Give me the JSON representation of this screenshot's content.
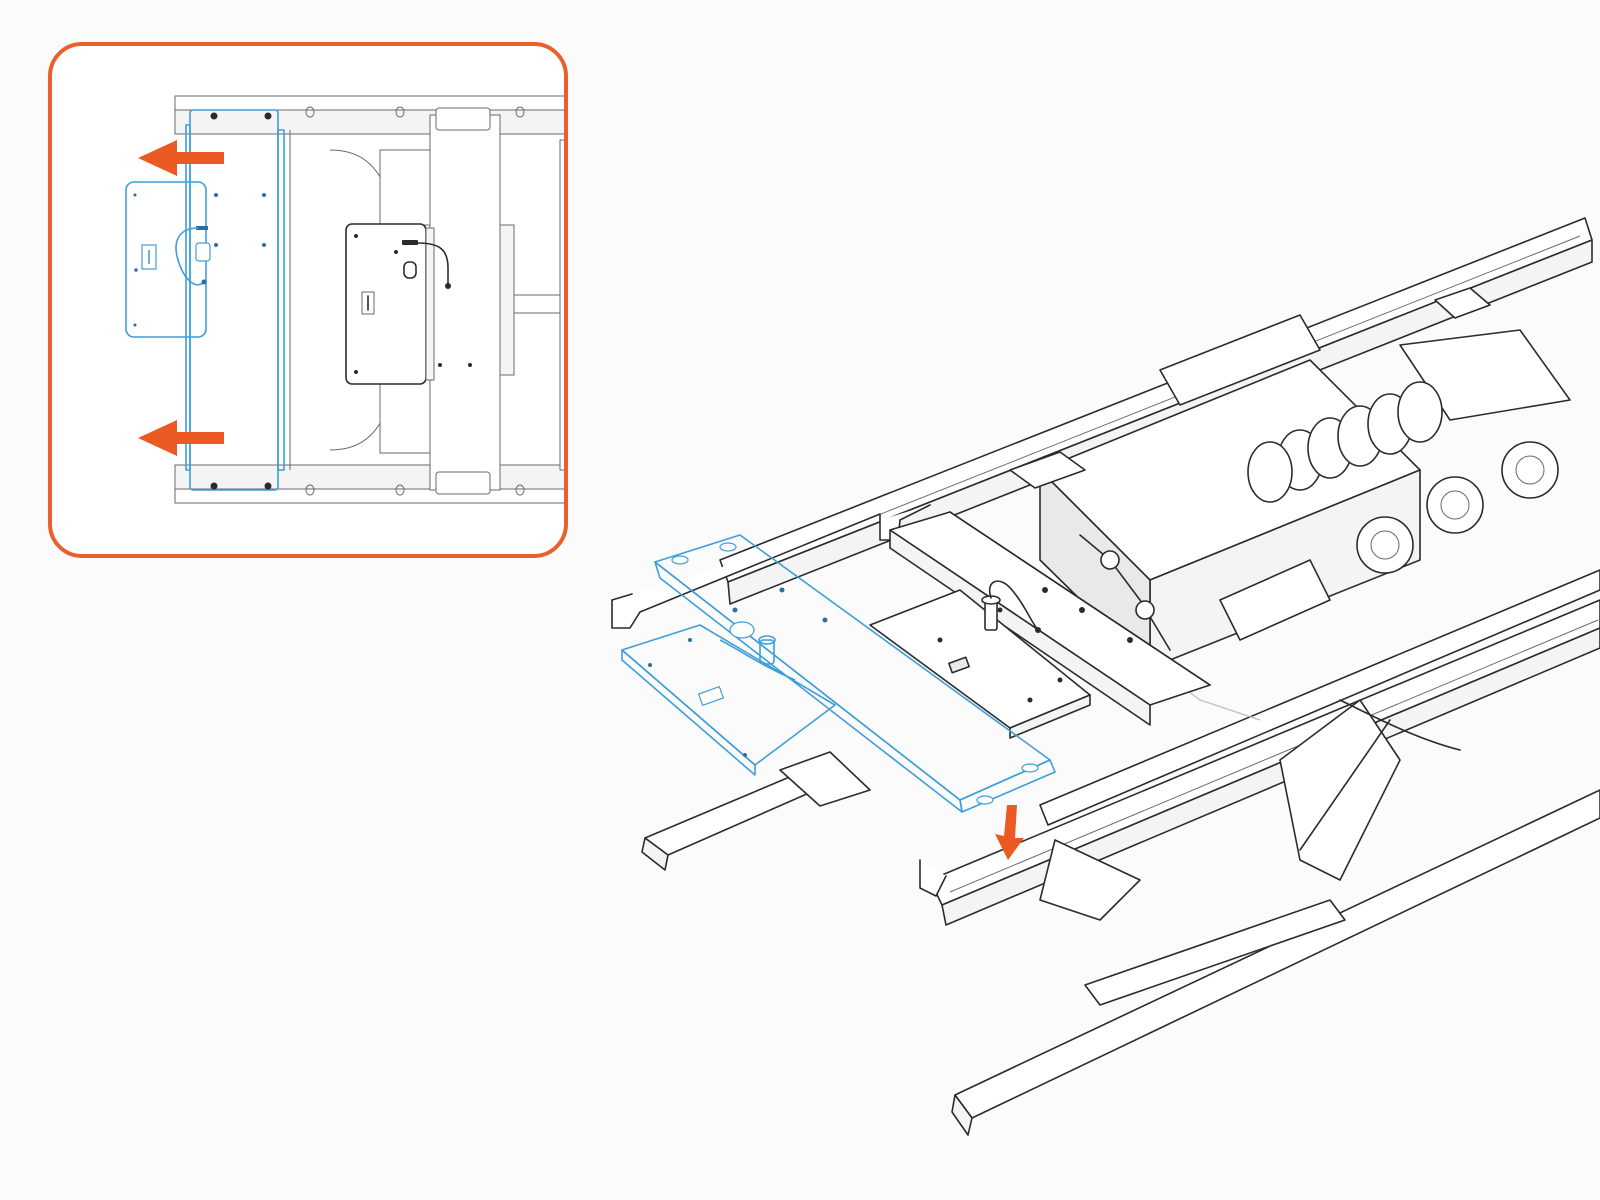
{
  "figure": {
    "description_text": "",
    "colors": {
      "callout_border": "#e8602c",
      "arrow": "#ea5a22",
      "highlight_fill": "#d7e9f6",
      "highlight_edge": "#3f9ed9",
      "line_art": "#2b2b2b",
      "background": "#fbfbfb"
    },
    "callout": {
      "arrows": [
        {
          "direction": "left"
        },
        {
          "direction": "left"
        }
      ]
    },
    "main_view": {
      "arrows": [
        {
          "direction": "down"
        }
      ]
    }
  }
}
